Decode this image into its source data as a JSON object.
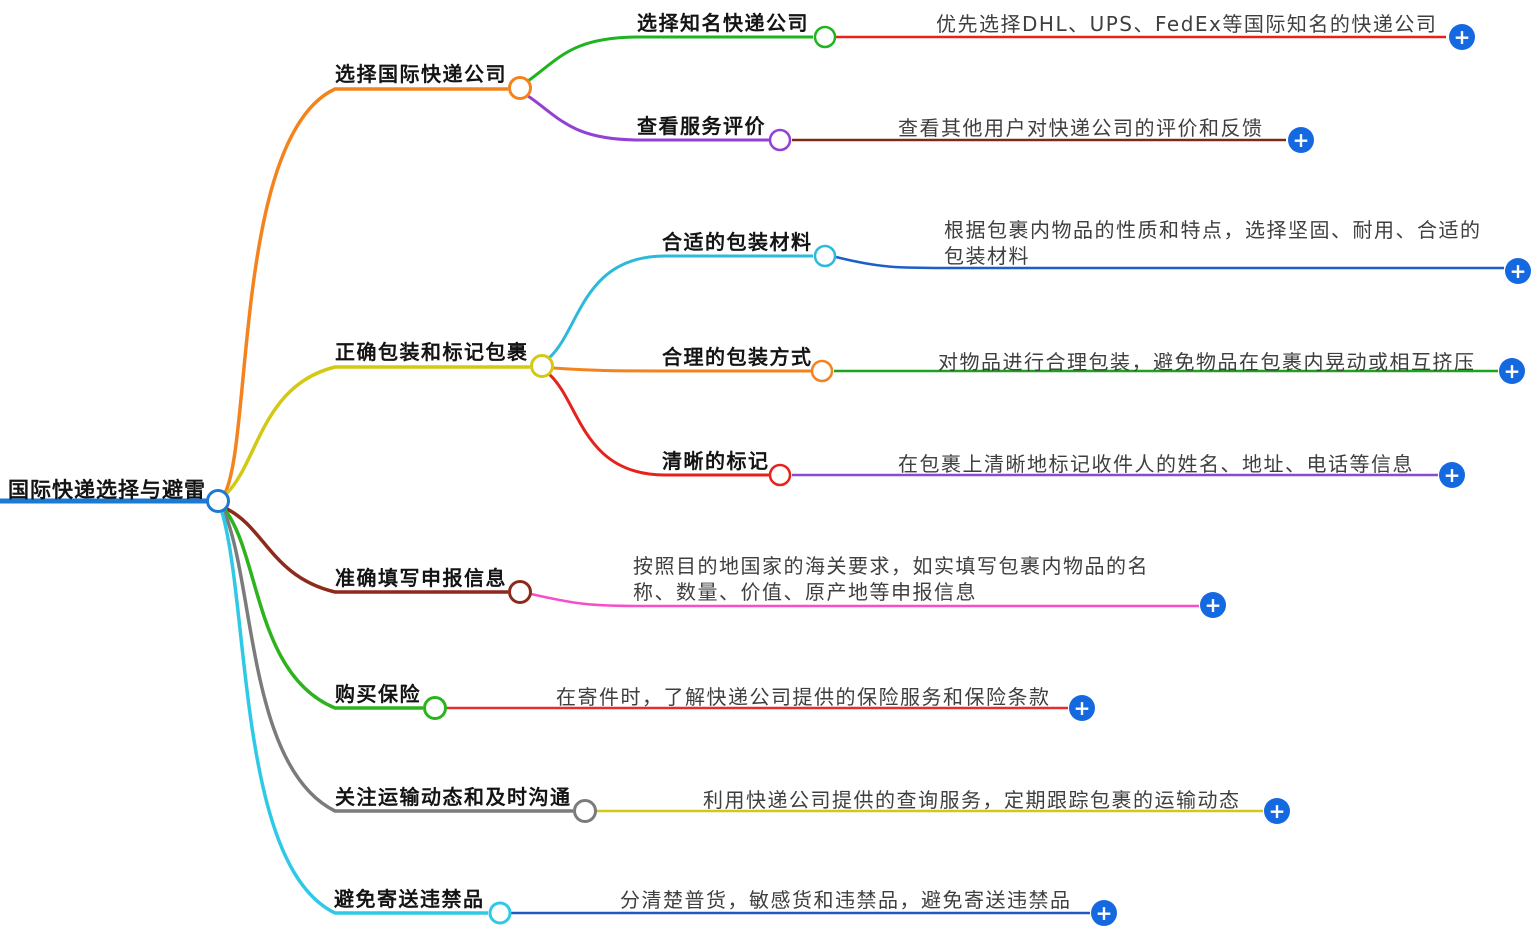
{
  "root": {
    "label": "国际快递选择与避雷"
  },
  "branches": [
    {
      "label": "选择国际快递公司",
      "children": [
        {
          "label": "选择知名快递公司",
          "description": "优先选择DHL、UPS、FedEx等国际知名的快递公司"
        },
        {
          "label": "查看服务评价",
          "description": "查看其他用户对快递公司的评价和反馈"
        }
      ]
    },
    {
      "label": "正确包装和标记包裹",
      "children": [
        {
          "label": "合适的包装材料",
          "description": "根据包裹内物品的性质和特点，选择坚固、耐用、合适的包装材料"
        },
        {
          "label": "合理的包装方式",
          "description": "对物品进行合理包装，避免物品在包裹内晃动或相互挤压"
        },
        {
          "label": "清晰的标记",
          "description": "在包裹上清晰地标记收件人的姓名、地址、电话等信息"
        }
      ]
    },
    {
      "label": "准确填写申报信息",
      "description": "按照目的地国家的海关要求，如实填写包裹内物品的名称、数量、价值、原产地等申报信息"
    },
    {
      "label": "购买保险",
      "description": "在寄件时，了解快递公司提供的保险服务和保险条款"
    },
    {
      "label": "关注运输动态和及时沟通",
      "description": "利用快递公司提供的查询服务，定期跟踪包裹的运输动态"
    },
    {
      "label": "避免寄送违禁品",
      "description": "分清楚普货，敏感货和违禁品，避免寄送违禁品"
    }
  ],
  "ui": {
    "add_icon": "+"
  },
  "colors": {
    "root_blue": "#1c79d4",
    "plus_button_blue": "#1569e0",
    "branch_orange": "#f5831d",
    "branch_yellow": "#d3c914",
    "branch_maroon": "#8e2a1c",
    "branch_green": "#2cb31e",
    "branch_gray": "#7b7b7b",
    "branch_cyan": "#2fc9e8",
    "edge_green": "#1eb41e",
    "edge_purple": "#9340d5",
    "edge_red": "#e5231c",
    "edge_blue": "#1c5fc8",
    "edge_magenta": "#f74fc8",
    "text_black": "#141414",
    "text_gray": "#3f3f3f"
  }
}
